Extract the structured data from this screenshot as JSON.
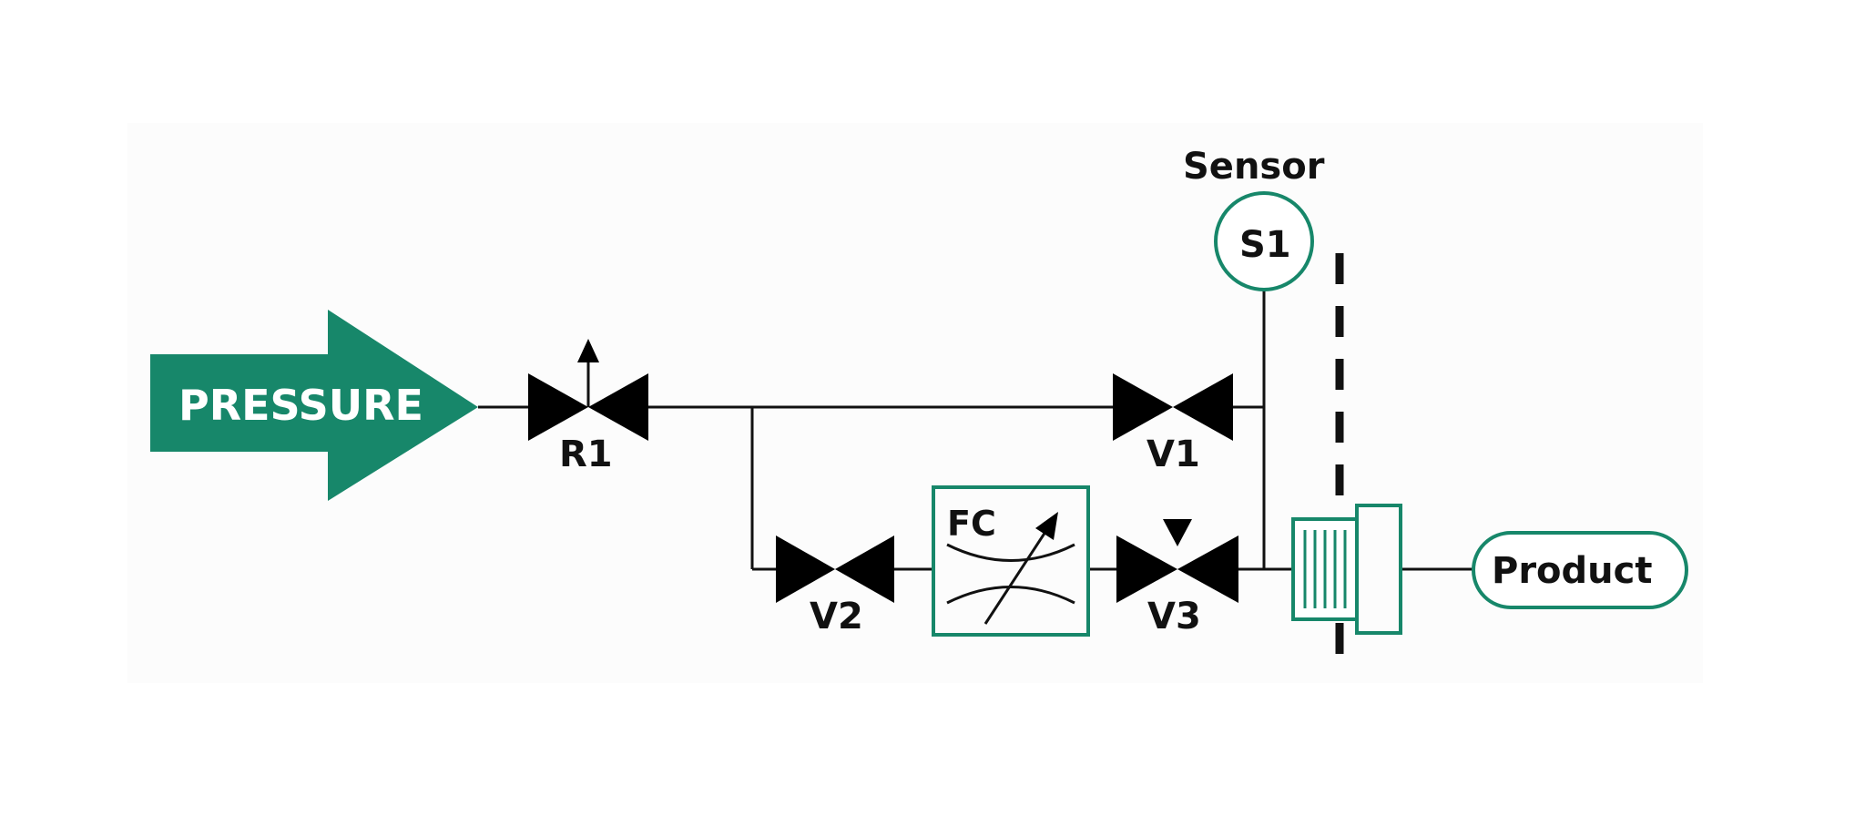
{
  "colors": {
    "accent": "#17876a",
    "line": "#111111",
    "valve": "#000000",
    "background": "#ffffff"
  },
  "source": {
    "label": "PRESSURE",
    "icon": "arrow-right-icon"
  },
  "regulator": {
    "label": "R1",
    "icon": "pressure-regulator-icon"
  },
  "valves": [
    {
      "id": "v1",
      "label": "V1",
      "icon": "valve-icon"
    },
    {
      "id": "v2",
      "label": "V2",
      "icon": "valve-icon"
    },
    {
      "id": "v3",
      "label": "V3",
      "icon": "actuated-valve-icon"
    }
  ],
  "flow_controller": {
    "label": "FC",
    "icon": "variable-restrictor-icon"
  },
  "sensor": {
    "caption": "Sensor",
    "label": "S1",
    "icon": "circle-icon"
  },
  "connector": {
    "icon": "filter-connector-icon"
  },
  "product": {
    "label": "Product",
    "icon": "rounded-box-icon"
  }
}
